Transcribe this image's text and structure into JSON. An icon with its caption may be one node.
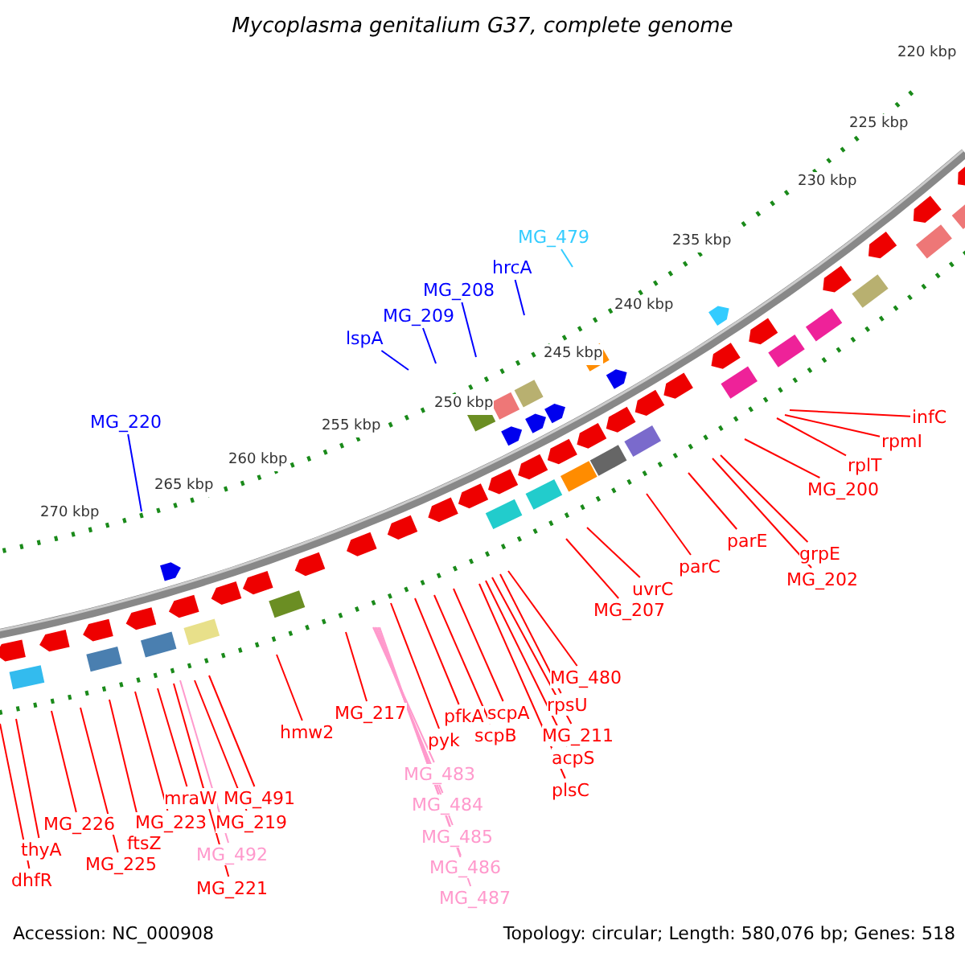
{
  "diagram": {
    "title": "Mycoplasma genitalium G37, complete genome",
    "nodes": [
      {
        "text": [
          "MG_220"
        ]
      },
      {
        "text": [
          "lspA"
        ]
      },
      {
        "text": [
          "MG_209"
        ]
      },
      {
        "text": [
          "MG_208"
        ]
      },
      {
        "text": [
          "hrcA"
        ]
      },
      {
        "text": [
          "MG_479"
        ]
      },
      {
        "text": [
          "infC"
        ]
      },
      {
        "text": [
          "rpmI"
        ]
      },
      {
        "text": [
          "rplT"
        ]
      },
      {
        "text": [
          "MG_200"
        ]
      },
      {
        "text": [
          "grpE"
        ]
      },
      {
        "text": [
          "MG_202"
        ]
      },
      {
        "text": [
          "parE"
        ]
      },
      {
        "text": [
          "parC"
        ]
      },
      {
        "text": [
          "uvrC"
        ]
      },
      {
        "text": [
          "MG_207"
        ]
      },
      {
        "text": [
          "MG_480"
        ]
      },
      {
        "text": [
          "rpsU"
        ]
      },
      {
        "text": [
          "MG_211"
        ]
      },
      {
        "text": [
          "acpS"
        ]
      },
      {
        "text": [
          "plsC"
        ]
      },
      {
        "text": [
          "scpA"
        ]
      },
      {
        "text": [
          "scpB"
        ]
      },
      {
        "text": [
          "pfkA"
        ]
      },
      {
        "text": [
          "pyk"
        ]
      },
      {
        "text": [
          "MG_217"
        ]
      },
      {
        "text": [
          "hmw2"
        ]
      },
      {
        "text": [
          "MG_483"
        ]
      },
      {
        "text": [
          "MG_484"
        ]
      },
      {
        "text": [
          "MG_485"
        ]
      },
      {
        "text": [
          "MG_486"
        ]
      },
      {
        "text": [
          "MG_487"
        ]
      },
      {
        "text": [
          "MG_491"
        ]
      },
      {
        "text": [
          "mraW"
        ]
      },
      {
        "text": [
          "MG_223"
        ]
      },
      {
        "text": [
          "MG_219"
        ]
      },
      {
        "text": [
          "ftsZ"
        ]
      },
      {
        "text": [
          "MG_492"
        ]
      },
      {
        "text": [
          "MG_221"
        ]
      },
      {
        "text": [
          "MG_226"
        ]
      },
      {
        "text": [
          "MG_225"
        ]
      },
      {
        "text": [
          "thyA"
        ]
      },
      {
        "text": [
          "dhfR"
        ]
      }
    ],
    "edges": [
      {
        "from": 0,
        "to": null,
        "arrow": "none",
        "color": "#0000ff"
      },
      {
        "from": 1,
        "to": null,
        "arrow": "none",
        "color": "#0000ff"
      },
      {
        "from": 2,
        "to": null,
        "arrow": "none",
        "color": "#0000ff"
      },
      {
        "from": 3,
        "to": null,
        "arrow": "none",
        "color": "#0000ff"
      },
      {
        "from": 4,
        "to": null,
        "arrow": "none",
        "color": "#0000ff"
      },
      {
        "from": 5,
        "to": null,
        "arrow": "none",
        "color": "#33ccff"
      },
      {
        "from": 6,
        "to": null,
        "arrow": "none"
      },
      {
        "from": 7,
        "to": null,
        "arrow": "none"
      },
      {
        "from": 8,
        "to": null,
        "arrow": "none"
      },
      {
        "from": 9,
        "to": null,
        "arrow": "none"
      },
      {
        "from": 10,
        "to": null,
        "arrow": "none"
      },
      {
        "from": 11,
        "to": null,
        "arrow": "none"
      },
      {
        "from": 12,
        "to": null,
        "arrow": "none"
      },
      {
        "from": 13,
        "to": null,
        "arrow": "none"
      },
      {
        "from": 14,
        "to": null,
        "arrow": "none"
      },
      {
        "from": 15,
        "to": null,
        "arrow": "none"
      },
      {
        "from": 16,
        "to": null,
        "arrow": "none"
      },
      {
        "from": 17,
        "to": null,
        "arrow": "none"
      },
      {
        "from": 18,
        "to": null,
        "arrow": "none"
      },
      {
        "from": 19,
        "to": null,
        "arrow": "none"
      },
      {
        "from": 20,
        "to": null,
        "arrow": "none"
      },
      {
        "from": 21,
        "to": null,
        "arrow": "none"
      },
      {
        "from": 22,
        "to": null,
        "arrow": "none"
      },
      {
        "from": 23,
        "to": null,
        "arrow": "none"
      },
      {
        "from": 24,
        "to": null,
        "arrow": "none"
      },
      {
        "from": 25,
        "to": null,
        "arrow": "none"
      },
      {
        "from": 26,
        "to": null,
        "arrow": "none"
      },
      {
        "from": 27,
        "to": null,
        "arrow": "none",
        "color": "#ff99cc"
      },
      {
        "from": 28,
        "to": null,
        "arrow": "none",
        "color": "#ff99cc"
      },
      {
        "from": 29,
        "to": null,
        "arrow": "none",
        "color": "#ff99cc"
      },
      {
        "from": 30,
        "to": null,
        "arrow": "none",
        "color": "#ff99cc"
      },
      {
        "from": 31,
        "to": null,
        "arrow": "none",
        "color": "#ff99cc"
      },
      {
        "from": 32,
        "to": null,
        "arrow": "none"
      },
      {
        "from": 33,
        "to": null,
        "arrow": "none"
      },
      {
        "from": 34,
        "to": null,
        "arrow": "none"
      },
      {
        "from": 35,
        "to": null,
        "arrow": "none"
      },
      {
        "from": 36,
        "to": null,
        "arrow": "none"
      },
      {
        "from": 37,
        "to": null,
        "arrow": "none",
        "color": "#ff99cc"
      },
      {
        "from": 38,
        "to": null,
        "arrow": "none"
      },
      {
        "from": 39,
        "to": null,
        "arrow": "none"
      },
      {
        "from": 40,
        "to": null,
        "arrow": "none"
      },
      {
        "from": 41,
        "to": null,
        "arrow": "none"
      },
      {
        "from": 42,
        "to": null,
        "arrow": "none"
      }
    ],
    "labels": [
      "220 kbp",
      "225 kbp",
      "230 kbp",
      "235 kbp",
      "240 kbp",
      "245 kbp",
      "250 kbp",
      "255 kbp",
      "260 kbp",
      "265 kbp",
      "270 kbp",
      "Accession: NC_000908",
      "Topology: circular; Length: 580,076 bp; Genes: 518"
    ]
  }
}
